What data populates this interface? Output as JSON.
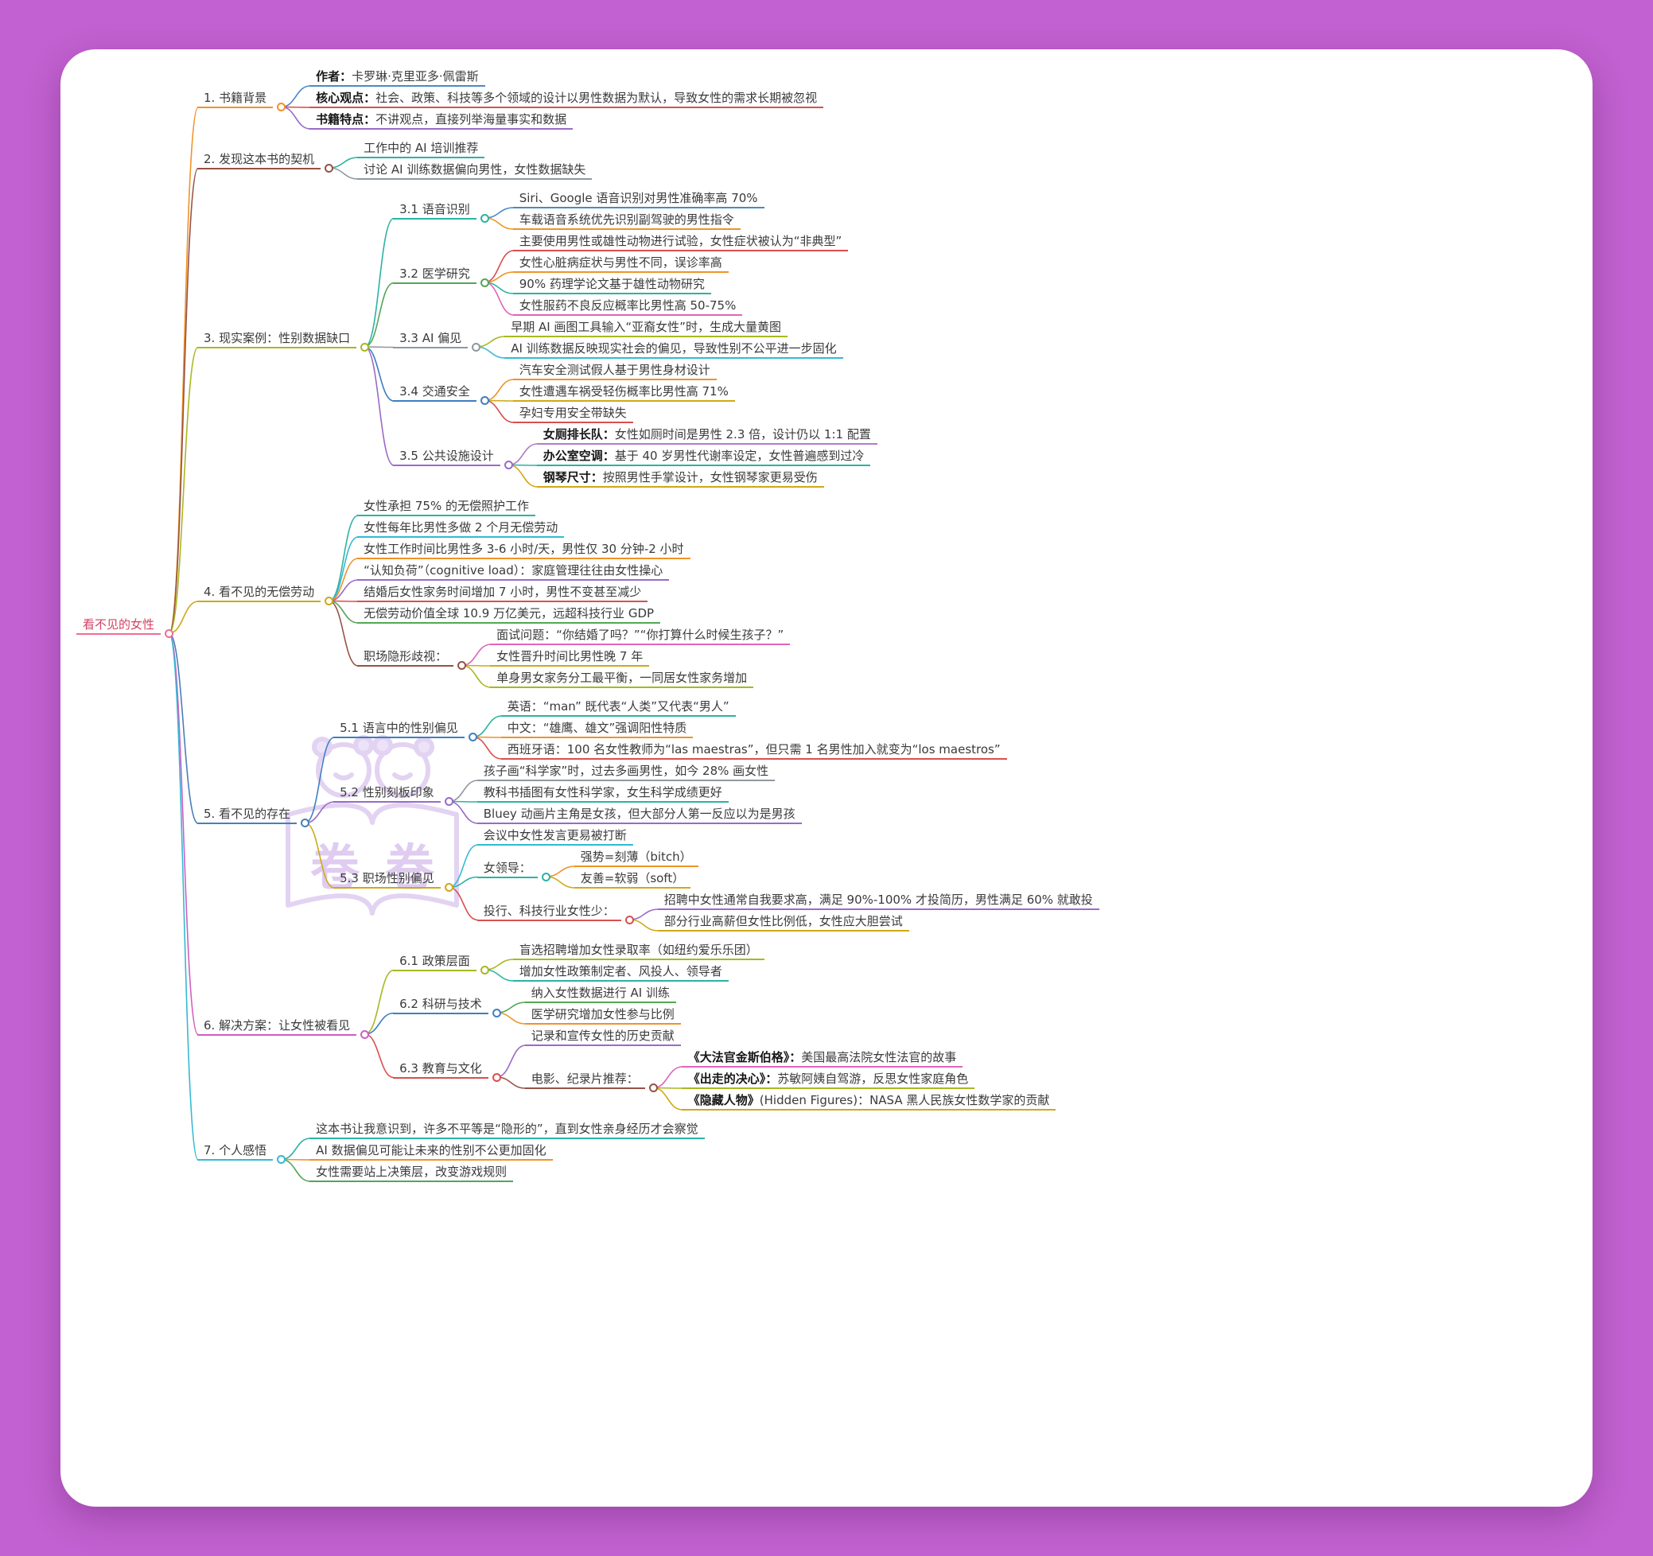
{
  "page": {
    "background": "#c261d1",
    "card_background": "#ffffff"
  },
  "watermark": {
    "char_left": "卷",
    "char_right": "卷",
    "color": "#c9a9e6"
  },
  "tree": {
    "label": "看不见的女性",
    "color": "#ec6e91",
    "text_color": "#d64064",
    "children": [
      {
        "label": "1. 书籍背景",
        "color": "#ef9327",
        "children": [
          {
            "parts": [
              {
                "text": "作者：",
                "bold": true
              },
              {
                "text": "卡罗琳·克里亚多·佩雷斯"
              }
            ],
            "color": "#4a89c8"
          },
          {
            "parts": [
              {
                "text": "核心观点：",
                "bold": true
              },
              {
                "text": "社会、政策、科技等多个领域的设计以男性数据为默认，导致女性的需求长期被忽视"
              }
            ],
            "color": "#d94f4f"
          },
          {
            "parts": [
              {
                "text": "书籍特点：",
                "bold": true
              },
              {
                "text": "不讲观点，直接列举海量事实和数据"
              }
            ],
            "color": "#9a6bc6"
          }
        ]
      },
      {
        "label": "2. 发现这本书的契机",
        "color": "#965246",
        "children": [
          {
            "label": "工作中的 AI 培训推荐",
            "color": "#2bb3a3"
          },
          {
            "label": "讨论 AI 训练数据偏向男性，女性数据缺失",
            "color": "#9097a0"
          }
        ]
      },
      {
        "label": "3. 现实案例：性别数据缺口",
        "color": "#a8b821",
        "children": [
          {
            "label": "3.1 语音识别",
            "color": "#2bb3a3",
            "children": [
              {
                "label": "Siri、Google 语音识别对男性准确率高 70%",
                "color": "#4a89c8"
              },
              {
                "label": "车载语音系统优先识别副驾驶的男性指令",
                "color": "#ef9327"
              }
            ]
          },
          {
            "label": "3.2 医学研究",
            "color": "#53a656",
            "children": [
              {
                "label": "主要使用男性或雄性动物进行试验，女性症状被认为“非典型”",
                "color": "#d94f4f"
              },
              {
                "label": "女性心脏病症状与男性不同，误诊率高",
                "color": "#ef9327"
              },
              {
                "label": "90% 药理学论文基于雄性动物研究",
                "color": "#2bb3a3"
              },
              {
                "label": "女性服药不良反应概率比男性高 50-75%",
                "color": "#df66b8"
              }
            ]
          },
          {
            "label": "3.3 AI 偏见",
            "color": "#9097a0",
            "children": [
              {
                "label": "早期 AI 画图工具输入“亚裔女性”时，生成大量黄图",
                "color": "#a8b821"
              },
              {
                "label": "AI 训练数据反映现实社会的偏见，导致性别不公平进一步固化",
                "color": "#35b9d4"
              }
            ]
          },
          {
            "label": "3.4 交通安全",
            "color": "#3f7fc1",
            "children": [
              {
                "label": "汽车安全测试假人基于男性身材设计",
                "color": "#ef9327"
              },
              {
                "label": "女性遭遇车祸受轻伤概率比男性高 71%",
                "color": "#cfa915"
              },
              {
                "label": "孕妇专用安全带缺失",
                "color": "#d94f4f"
              }
            ]
          },
          {
            "label": "3.5 公共设施设计",
            "color": "#9a6bc6",
            "children": [
              {
                "parts": [
                  {
                    "text": "女厕排长队：",
                    "bold": true
                  },
                  {
                    "text": "女性如厕时间是男性 2.3 倍，设计仍以 1:1 配置"
                  }
                ],
                "color": "#b07cc8"
              },
              {
                "parts": [
                  {
                    "text": "办公室空调：",
                    "bold": true
                  },
                  {
                    "text": "基于 40 岁男性代谢率设定，女性普遍感到过冷"
                  }
                ],
                "color": "#2bb3a3"
              },
              {
                "parts": [
                  {
                    "text": "钢琴尺寸：",
                    "bold": true
                  },
                  {
                    "text": "按照男性手掌设计，女性钢琴家更易受伤"
                  }
                ],
                "color": "#cfa915"
              }
            ]
          }
        ]
      },
      {
        "label": "4. 看不见的无偿劳动",
        "color": "#cfa915",
        "children": [
          {
            "label": "女性承担 75% 的无偿照护工作",
            "color": "#2bb3a3"
          },
          {
            "label": "女性每年比男性多做 2 个月无偿劳动",
            "color": "#35b9d4"
          },
          {
            "label": "女性工作时间比男性多 3-6 小时/天，男性仅 30 分钟-2 小时",
            "color": "#ef9327"
          },
          {
            "label": "“认知负荷”（cognitive load）：家庭管理往往由女性操心",
            "color": "#9a6bc6"
          },
          {
            "label": "结婚后女性家务时间增加 7 小时，男性不变甚至减少",
            "color": "#d94f4f"
          },
          {
            "label": "无偿劳动价值全球 10.9 万亿美元，远超科技行业 GDP",
            "color": "#53a656"
          },
          {
            "label": "职场隐形歧视：",
            "color": "#965246",
            "children": [
              {
                "label": "面试问题：“你结婚了吗？”“你打算什么时候生孩子？”",
                "color": "#df66b8"
              },
              {
                "label": "女性晋升时间比男性晚 7 年",
                "color": "#cfa915"
              },
              {
                "label": "单身男女家务分工最平衡，一同居女性家务增加",
                "color": "#a8b821"
              }
            ]
          }
        ]
      },
      {
        "label": "5. 看不见的存在",
        "color": "#4a7fb5",
        "children": [
          {
            "label": "5.1 语言中的性别偏见",
            "color": "#3f7fc1",
            "children": [
              {
                "label": "英语：“man” 既代表“人类”又代表“男人”",
                "color": "#2bb3a3"
              },
              {
                "label": "中文：“雄鹰、雄文”强调阳性特质",
                "color": "#ef9327"
              },
              {
                "label": "西班牙语：100 名女性教师为“las maestras”，但只需 1 名男性加入就变为“los maestros”",
                "color": "#d94f4f"
              }
            ]
          },
          {
            "label": "5.2 性别刻板印象",
            "color": "#9a6bc6",
            "children": [
              {
                "label": "孩子画“科学家”时，过去多画男性，如今 28% 画女性",
                "color": "#9097a0"
              },
              {
                "label": "教科书插图有女性科学家，女生科学成绩更好",
                "color": "#2bb3a3"
              },
              {
                "label": "Bluey 动画片主角是女孩，但大部分人第一反应以为是男孩",
                "color": "#9a6bc6"
              }
            ]
          },
          {
            "label": "5.3 职场性别偏见",
            "color": "#cfa915",
            "children": [
              {
                "label": "会议中女性发言更易被打断",
                "color": "#35b9d4"
              },
              {
                "label": "女领导：",
                "color": "#2bb3a3",
                "children": [
                  {
                    "label": "强势=刻薄（bitch）",
                    "color": "#ef9327"
                  },
                  {
                    "label": "友善=软弱（soft）",
                    "color": "#cfa915"
                  }
                ]
              },
              {
                "label": "投行、科技行业女性少：",
                "color": "#d94f4f",
                "children": [
                  {
                    "label": "招聘中女性通常自我要求高，满足 90%-100% 才投简历，男性满足 60% 就敢投",
                    "color": "#9a6bc6"
                  },
                  {
                    "label": "部分行业高薪但女性比例低，女性应大胆尝试",
                    "color": "#cfa915"
                  }
                ]
              }
            ]
          }
        ]
      },
      {
        "label": "6. 解决方案：让女性被看见",
        "color": "#cf5fc4",
        "children": [
          {
            "label": "6.1 政策层面",
            "color": "#a8b821",
            "children": [
              {
                "label": "盲选招聘增加女性录取率（如纽约爱乐乐团）",
                "color": "#a8b821"
              },
              {
                "label": "增加女性政策制定者、风投人、领导者",
                "color": "#2bb3a3"
              }
            ]
          },
          {
            "label": "6.2 科研与技术",
            "color": "#3f7fc1",
            "children": [
              {
                "label": "纳入女性数据进行 AI 训练",
                "color": "#53a656"
              },
              {
                "label": "医学研究增加女性参与比例",
                "color": "#ef9327"
              }
            ]
          },
          {
            "label": "6.3 教育与文化",
            "color": "#d94f4f",
            "children": [
              {
                "label": "记录和宣传女性的历史贡献",
                "color": "#9a6bc6"
              },
              {
                "label": "电影、纪录片推荐：",
                "color": "#965246",
                "children": [
                  {
                    "parts": [
                      {
                        "text": "《大法官金斯伯格》：",
                        "bold": true
                      },
                      {
                        "text": "美国最高法院女性法官的故事"
                      }
                    ],
                    "color": "#df66b8"
                  },
                  {
                    "parts": [
                      {
                        "text": "《出走的决心》：",
                        "bold": true
                      },
                      {
                        "text": "苏敏阿姨自驾游，反思女性家庭角色"
                      }
                    ],
                    "color": "#a8b821"
                  },
                  {
                    "parts": [
                      {
                        "text": "《隐藏人物》",
                        "bold": true
                      },
                      {
                        "text": "(Hidden Figures)：NASA 黑人民族女性数学家的贡献"
                      }
                    ],
                    "color": "#cfa915"
                  }
                ]
              }
            ]
          }
        ]
      },
      {
        "label": "7. 个人感悟",
        "color": "#35b9d4",
        "children": [
          {
            "label": "这本书让我意识到，许多不平等是“隐形的”，直到女性亲身经历才会察觉",
            "color": "#2bb3a3"
          },
          {
            "label": "AI 数据偏见可能让未来的性别不公更加固化",
            "color": "#ef9327"
          },
          {
            "label": "女性需要站上决策层，改变游戏规则",
            "color": "#53a656"
          }
        ]
      }
    ]
  }
}
